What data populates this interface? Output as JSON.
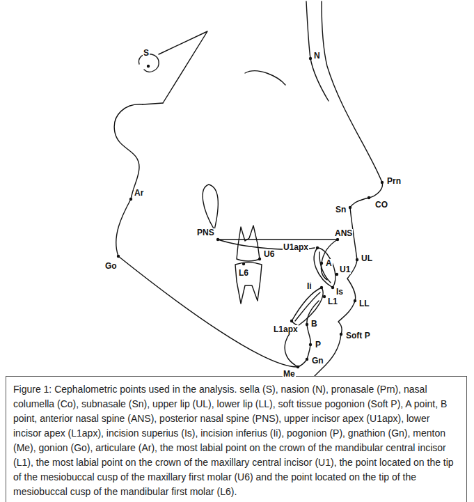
{
  "diagram": {
    "caption": "Figure 1: Cephalometric points used in the analysis. sella (S), nasion (N), pronasale (Prn), nasal columella (Co), subnasale (Sn), upper lip (UL), lower lip (LL), soft tissue pogonion (Soft P), A point, B point, anterior nasal spine (ANS), posterior nasal spine (PNS), upper incisor apex (U1apx), lower incisor apex (L1apx), incision superius (Is), incision inferius (Ii), pogonion (P), gnathion (Gn), menton (Me), gonion (Go), articulare (Ar), the most labial point on the crown of the mandibular central incisor (L1), the most labial point on the crown of the maxillary central incisor (U1), the point located on the tip of the mesiobuccal cusp of the maxillary first molar (U6) and the point located on the tip of the mesiobuccal cusp of the mandibular first molar (L6).",
    "labels": [
      "S",
      "N",
      "Prn",
      "Ar",
      "PNS",
      "ANS",
      "U1apx",
      "A",
      "CO",
      "Sn",
      "U6",
      "L6",
      "Ii",
      "U1",
      "Is",
      "UL",
      "Go",
      "L1",
      "LL",
      "L1apx",
      "B",
      "Soft P",
      "P",
      "Gn",
      "Me"
    ]
  }
}
